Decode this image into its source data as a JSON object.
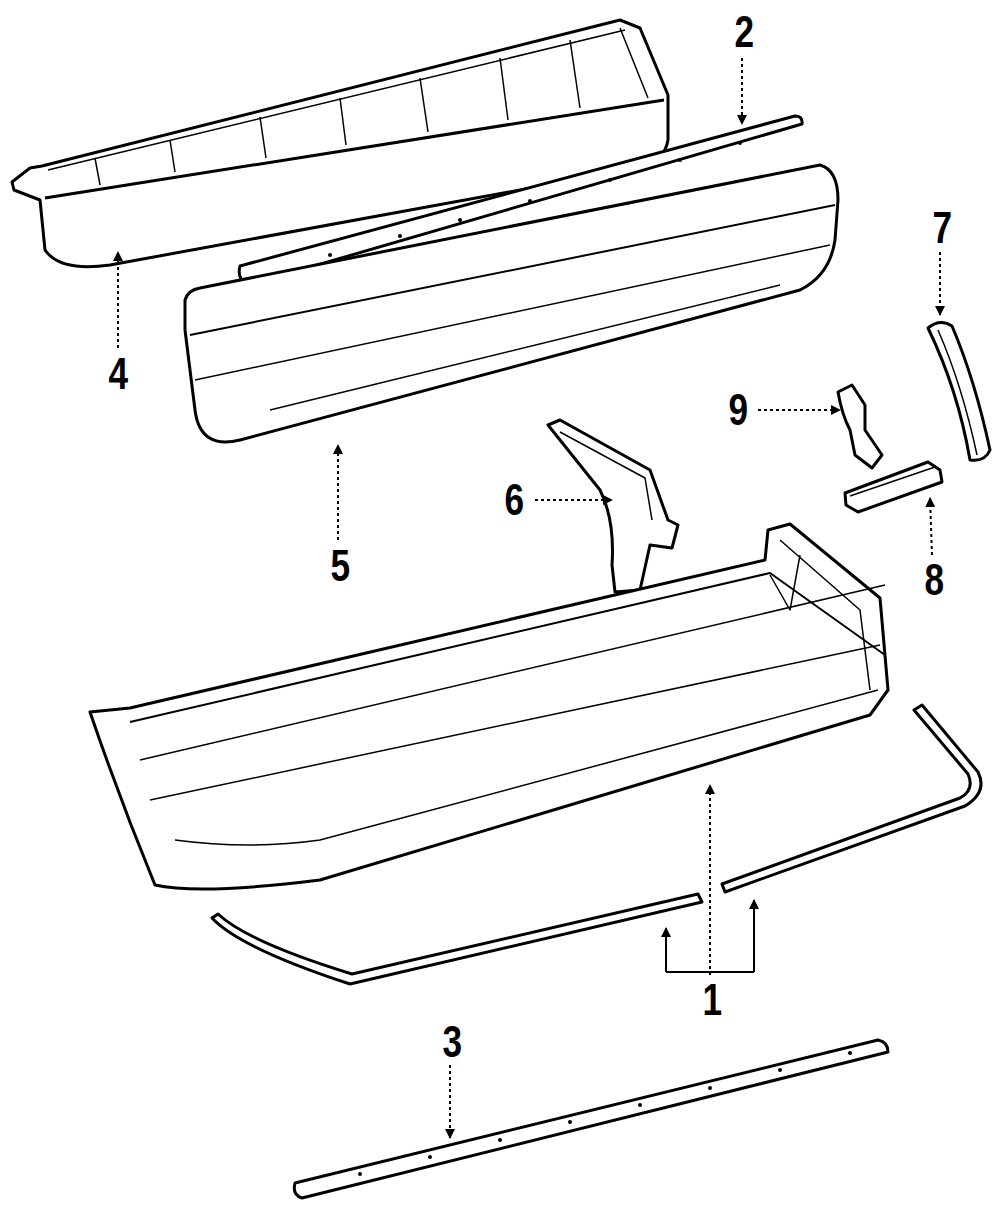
{
  "diagram": {
    "labels": [
      "2",
      "7",
      "4",
      "9",
      "6",
      "5",
      "8",
      "1",
      "3"
    ]
  }
}
